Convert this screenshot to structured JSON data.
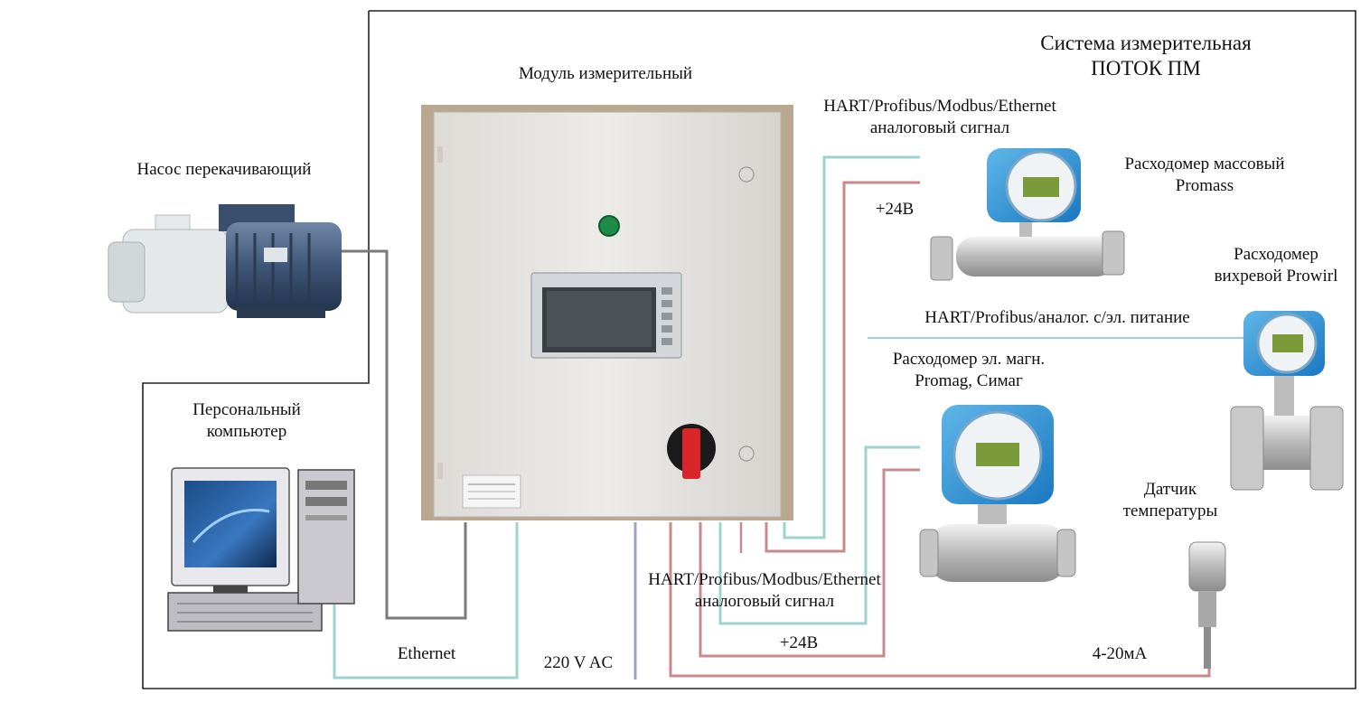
{
  "system_title": {
    "line1": "Система измерительная",
    "line2": "ПОТОК ПМ"
  },
  "module": {
    "label": "Модуль измерительный"
  },
  "pump": {
    "label": "Насос перекачивающий"
  },
  "pc": {
    "line1": "Персональный",
    "line2": "компьютер"
  },
  "mass_flowmeter": {
    "line1": "Расходомер массовый",
    "line2": "Promass"
  },
  "vortex_flowmeter": {
    "line1": "Расходомер",
    "line2": "вихревой Prowirl"
  },
  "em_flowmeter": {
    "line1": "Расходомер эл. магн.",
    "line2": "Promag, Симаг"
  },
  "temp_sensor": {
    "line1": "Датчик",
    "line2": "температуры"
  },
  "signals": {
    "top_bus_line1": "HART/Profibus/Modbus/Ethernet",
    "top_bus_line2": "аналоговый сигнал",
    "top_power": "+24В",
    "vortex_bus": "HART/Profibus/аналог. с/эл. питание",
    "bottom_bus_line1": "HART/Profibus/Modbus/Ethernet",
    "bottom_bus_line2": "аналоговый сигнал",
    "bottom_power": "+24В",
    "ethernet": "Ethernet",
    "mains": "220 V AC",
    "temp_signal": "4-20мА"
  },
  "colors": {
    "signal_line": "#9fd3cf",
    "power_line": "#c98a8f",
    "mains_line": "#9aa3c8",
    "grey_cable": "#7a7a7a",
    "border": "#222222"
  }
}
